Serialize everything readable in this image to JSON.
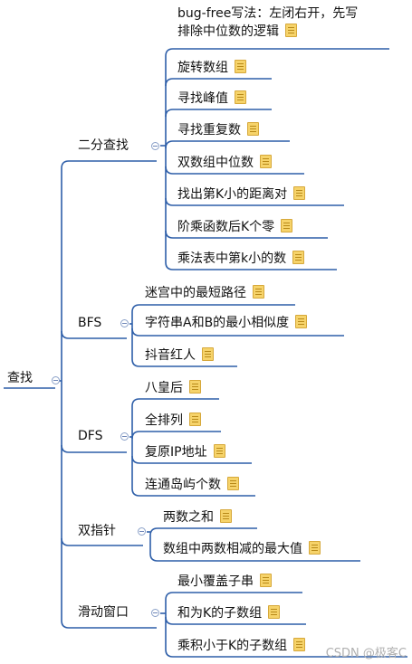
{
  "root": {
    "label": "查找"
  },
  "branches": [
    {
      "label": "二分查找",
      "children": [
        "bug-free写法：左闭右开，先写排除中位数的逻辑",
        "旋转数组",
        "寻找峰值",
        "寻找重复数",
        "双数组中位数",
        "找出第K小的距离对",
        "阶乘函数后K个零",
        "乘法表中第k小的数"
      ]
    },
    {
      "label": "BFS",
      "children": [
        "迷宫中的最短路径",
        "字符串A和B的最小相似度",
        "抖音红人"
      ]
    },
    {
      "label": "DFS",
      "children": [
        "八皇后",
        "全排列",
        "复原IP地址",
        "连通岛屿个数"
      ]
    },
    {
      "label": "双指针",
      "children": [
        "两数之和",
        "数组中两数相减的最大值"
      ]
    },
    {
      "label": "滑动窗口",
      "children": [
        "最小覆盖子串",
        "和为K的子数组",
        "乘积小于K的子数组"
      ]
    }
  ],
  "colors": {
    "line": "#2d5ea8",
    "text": "#111111",
    "collapse": "#8aa0c8"
  },
  "watermark": "CSDN @极客C"
}
